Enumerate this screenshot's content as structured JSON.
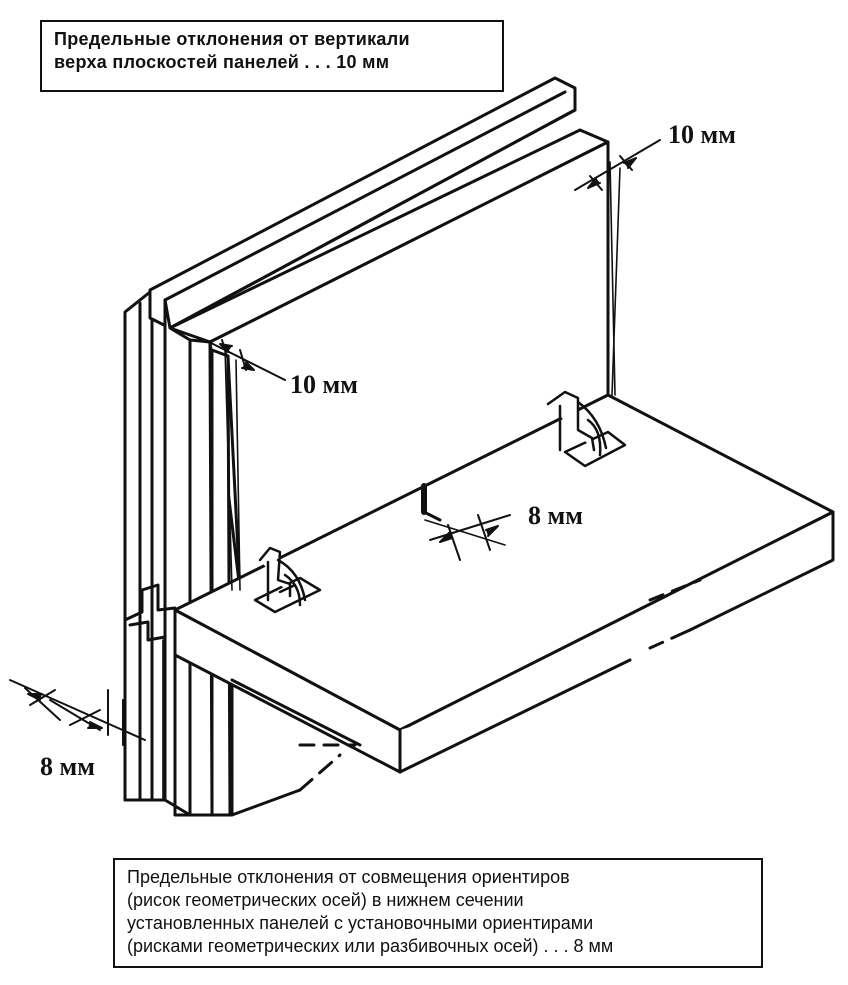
{
  "top_note": {
    "lines": [
      "Предельные отклонения от вертикали",
      "верха плоскостей панелей . . . 10 мм"
    ]
  },
  "bottom_note": {
    "lines": [
      "Предельные отклонения от совмещения ориентиров",
      "(рисок геометрических осей) в нижнем сечении",
      "установленных панелей с установочными ориентирами",
      "(рисками геометрических или разбивочных осей) . . . 8 мм"
    ]
  },
  "dimensions": {
    "top_right": "10 мм",
    "top_left": "10 мм",
    "slab_gap": "8 мм",
    "left_bottom": "8 мм"
  },
  "colors": {
    "ink": "#111111",
    "paper": "#ffffff"
  }
}
